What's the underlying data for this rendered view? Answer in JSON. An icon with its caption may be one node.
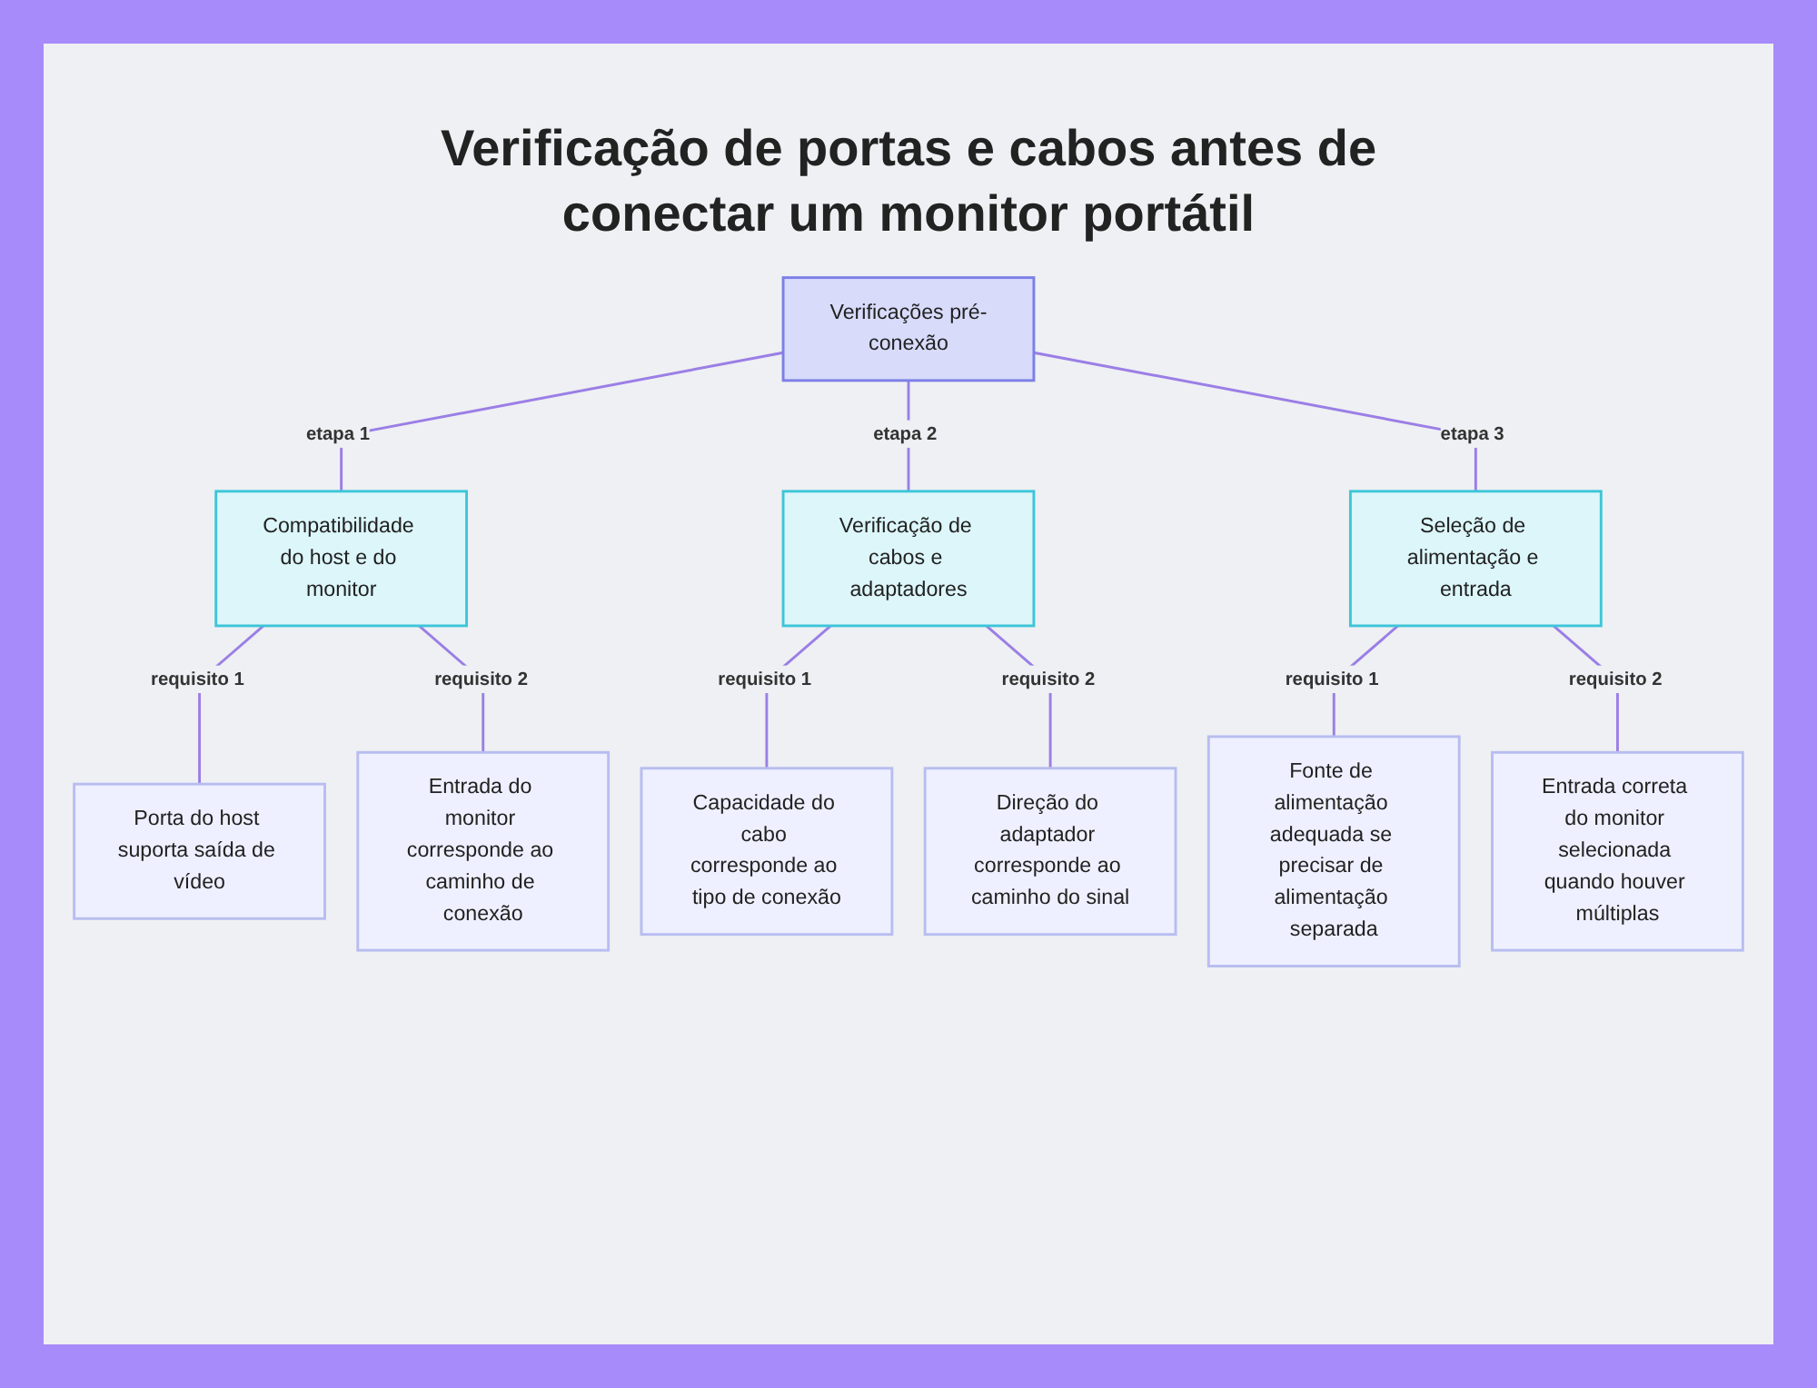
{
  "diagram": {
    "title": "Verificação de portas e cabos antes de conectar um monitor portátil",
    "nodes": [
      {
        "text": [
          "Verificações pré-conexão"
        ]
      },
      {
        "text": [
          "Compatibilidade do host e do monitor"
        ]
      },
      {
        "text": [
          "Verificação de cabos e adaptadores"
        ]
      },
      {
        "text": [
          "Seleção de alimentação e entrada"
        ]
      },
      {
        "text": [
          "Porta do host suporta saída de vídeo"
        ]
      },
      {
        "text": [
          "Entrada do monitor corresponde ao caminho de conexão"
        ]
      },
      {
        "text": [
          "Capacidade do cabo corresponde ao tipo de conexão"
        ]
      },
      {
        "text": [
          "Direção do adaptador corresponde ao caminho do sinal"
        ]
      },
      {
        "text": [
          "Fonte de alimentação adequada se precisar de alimentação separada"
        ]
      },
      {
        "text": [
          "Entrada correta do monitor selecionada quando houver múltiplas"
        ]
      }
    ],
    "edges": [
      {
        "from": 0,
        "to": 1,
        "arrow": "none",
        "label": "etapa 1"
      },
      {
        "from": 0,
        "to": 2,
        "arrow": "none",
        "label": "etapa 2"
      },
      {
        "from": 0,
        "to": 3,
        "arrow": "none",
        "label": "etapa 3"
      },
      {
        "from": 1,
        "to": 4,
        "arrow": "none",
        "label": "requisito 1"
      },
      {
        "from": 1,
        "to": 5,
        "arrow": "none",
        "label": "requisito 2"
      },
      {
        "from": 2,
        "to": 6,
        "arrow": "none",
        "label": "requisito 1"
      },
      {
        "from": 2,
        "to": 7,
        "arrow": "none",
        "label": "requisito 2"
      },
      {
        "from": 3,
        "to": 8,
        "arrow": "none",
        "label": "requisito 1"
      },
      {
        "from": 3,
        "to": 9,
        "arrow": "none",
        "label": "requisito 2"
      }
    ]
  }
}
